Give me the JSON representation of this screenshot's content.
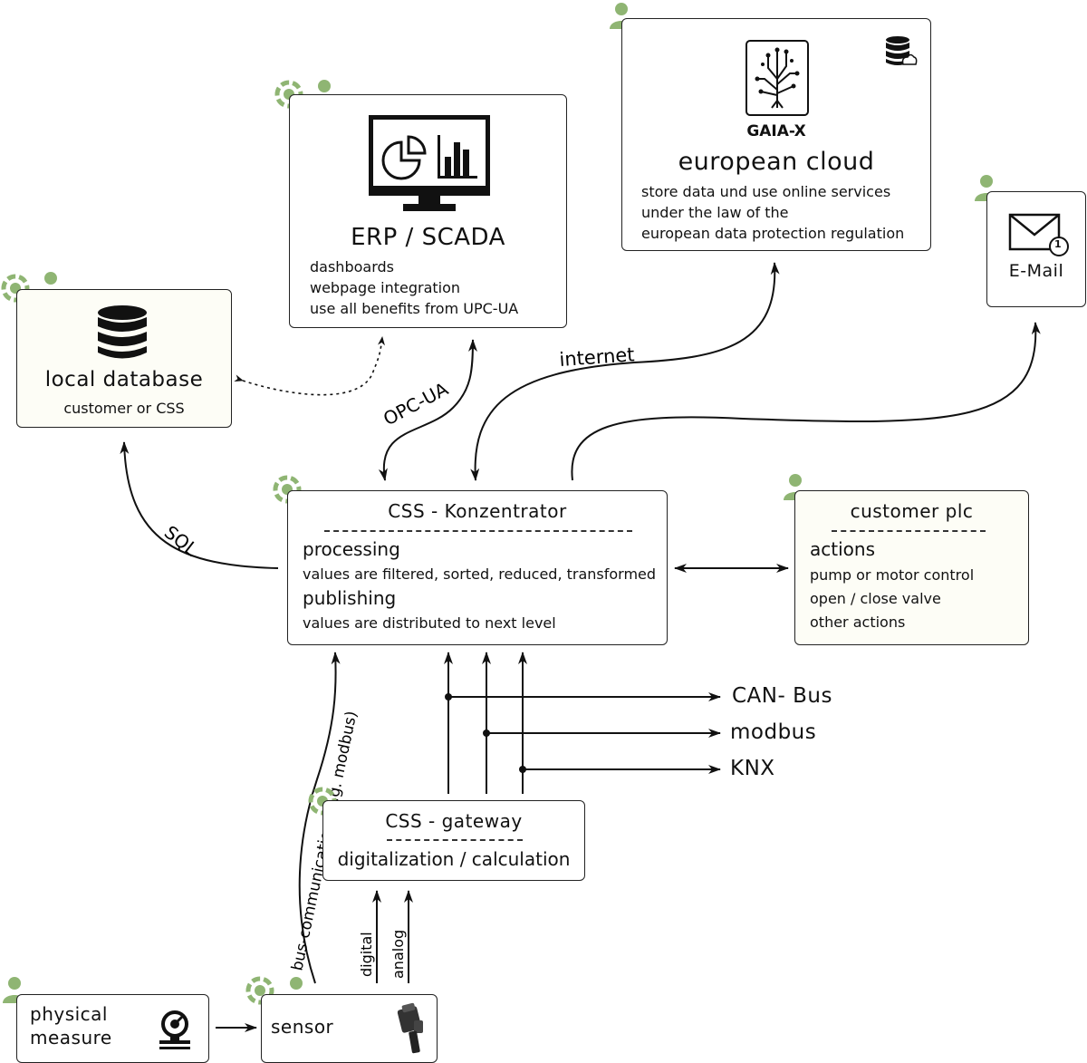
{
  "local_db": {
    "title": "local database",
    "subtitle": "customer or CSS"
  },
  "erp": {
    "title": "ERP / SCADA",
    "lines": [
      "dashboards",
      "webpage integration",
      "use all benefits from UPC-UA"
    ]
  },
  "cloud": {
    "logo": "GAIA-X",
    "title": "european cloud",
    "lines": [
      "store data und use online services",
      "under the law of the",
      "european data protection regulation"
    ]
  },
  "email": {
    "title": "E-Mail",
    "badge": "1"
  },
  "konzentrator": {
    "title": "CSS - Konzentrator",
    "h1": "processing",
    "t1": "values are filtered, sorted, reduced, transformed",
    "h2": "publishing",
    "t2": "values are distributed to next level"
  },
  "plc": {
    "title": "customer plc",
    "h1": "actions",
    "lines": [
      "pump or motor control",
      "open / close valve",
      "other actions"
    ]
  },
  "gateway": {
    "title": "CSS - gateway",
    "subtitle": "digitalization / calculation"
  },
  "physical": {
    "line1": "physical",
    "line2": "measure"
  },
  "sensor": {
    "title": "sensor"
  },
  "edges": {
    "sql": "SQL",
    "opcua": "OPC-UA",
    "internet": "internet",
    "bus": "bus-communication (e.g. modbus)",
    "digital": "digital",
    "analog": "analog"
  },
  "buses": [
    "CAN- Bus",
    "modbus",
    "KNX"
  ],
  "colors": {
    "accent": "#8fb573",
    "line": "#111111"
  },
  "icons": [
    "database-icon",
    "monitor-chart-icon",
    "gaia-x-tree-logo",
    "cloud-database-icon",
    "mail-icon",
    "gauge-icon",
    "sensor-device-icon",
    "user-icon",
    "css-logo-icon"
  ]
}
